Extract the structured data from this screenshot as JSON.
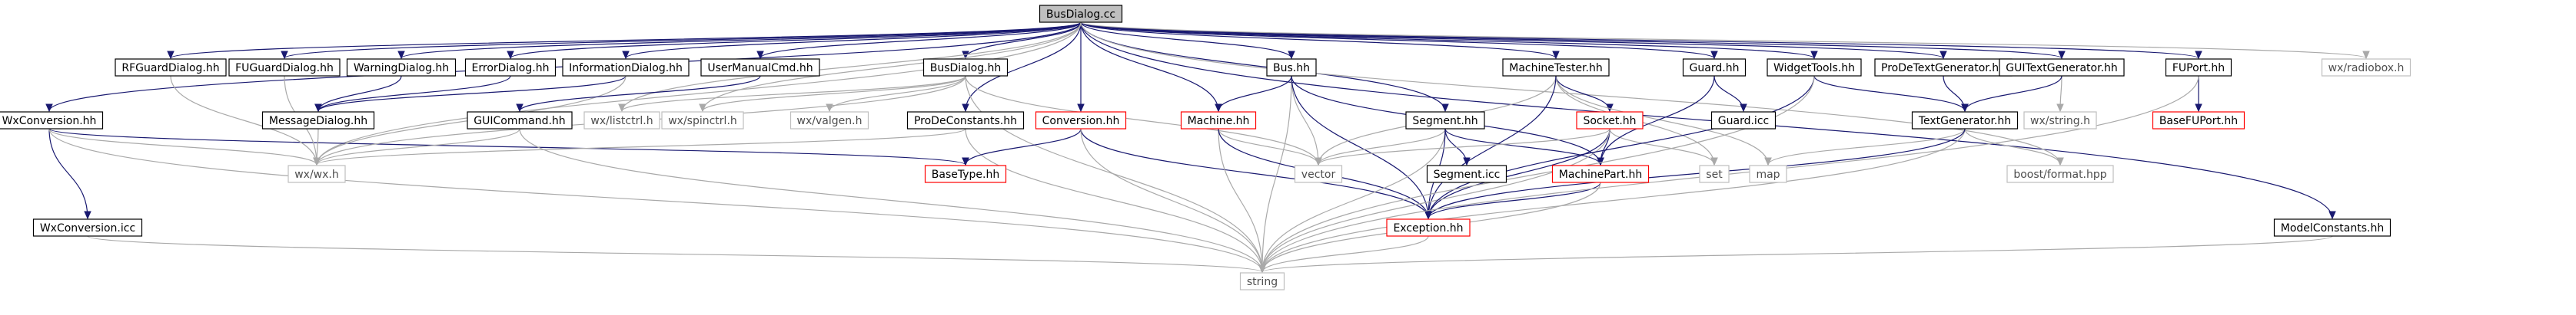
{
  "colors": {
    "edge": "#191970",
    "edge_to_undocumented": "#a9a9a9",
    "root_fill": "#bfbfbf",
    "documented_border": "#000000",
    "truncated_border": "#ff0000",
    "undocumented_border": "#bfbfbf",
    "undocumented_text": "#4d4d4d"
  },
  "root": "BusDialog.cc",
  "nodes": [
    {
      "id": "BusDialog.cc",
      "label": "BusDialog.cc",
      "kind": "root"
    },
    {
      "id": "WxConversion.hh",
      "label": "WxConversion.hh",
      "kind": "documented"
    },
    {
      "id": "RFGuardDialog.hh",
      "label": "RFGuardDialog.hh",
      "kind": "documented"
    },
    {
      "id": "FUGuardDialog.hh",
      "label": "FUGuardDialog.hh",
      "kind": "documented"
    },
    {
      "id": "WarningDialog.hh",
      "label": "WarningDialog.hh",
      "kind": "documented"
    },
    {
      "id": "ErrorDialog.hh",
      "label": "ErrorDialog.hh",
      "kind": "documented"
    },
    {
      "id": "InformationDialog.hh",
      "label": "InformationDialog.hh",
      "kind": "documented"
    },
    {
      "id": "UserManualCmd.hh",
      "label": "UserManualCmd.hh",
      "kind": "documented"
    },
    {
      "id": "BusDialog.hh",
      "label": "BusDialog.hh",
      "kind": "documented"
    },
    {
      "id": "Bus.hh",
      "label": "Bus.hh",
      "kind": "documented"
    },
    {
      "id": "MachineTester.hh",
      "label": "MachineTester.hh",
      "kind": "documented"
    },
    {
      "id": "Guard.hh",
      "label": "Guard.hh",
      "kind": "documented"
    },
    {
      "id": "WidgetTools.hh",
      "label": "WidgetTools.hh",
      "kind": "documented"
    },
    {
      "id": "ProDeTextGenerator.hh",
      "label": "ProDeTextGenerator.hh",
      "kind": "documented"
    },
    {
      "id": "GUITextGenerator.hh",
      "label": "GUITextGenerator.hh",
      "kind": "documented"
    },
    {
      "id": "FUPort.hh",
      "label": "FUPort.hh",
      "kind": "documented"
    },
    {
      "id": "wx/radiobox.h",
      "label": "wx/radiobox.h",
      "kind": "undocumented"
    },
    {
      "id": "WxConversion.icc",
      "label": "WxConversion.icc",
      "kind": "documented"
    },
    {
      "id": "MessageDialog.hh",
      "label": "MessageDialog.hh",
      "kind": "documented"
    },
    {
      "id": "GUICommand.hh",
      "label": "GUICommand.hh",
      "kind": "documented"
    },
    {
      "id": "wx/listctrl.h",
      "label": "wx/listctrl.h",
      "kind": "undocumented"
    },
    {
      "id": "wx/spinctrl.h",
      "label": "wx/spinctrl.h",
      "kind": "undocumented"
    },
    {
      "id": "wx/valgen.h",
      "label": "wx/valgen.h",
      "kind": "undocumented"
    },
    {
      "id": "ProDeConstants.hh",
      "label": "ProDeConstants.hh",
      "kind": "documented"
    },
    {
      "id": "Conversion.hh",
      "label": "Conversion.hh",
      "kind": "truncated"
    },
    {
      "id": "Machine.hh",
      "label": "Machine.hh",
      "kind": "truncated"
    },
    {
      "id": "Segment.hh",
      "label": "Segment.hh",
      "kind": "documented"
    },
    {
      "id": "Socket.hh",
      "label": "Socket.hh",
      "kind": "truncated"
    },
    {
      "id": "Guard.icc",
      "label": "Guard.icc",
      "kind": "documented"
    },
    {
      "id": "wx/string.h",
      "label": "wx/string.h",
      "kind": "undocumented"
    },
    {
      "id": "TextGenerator.hh",
      "label": "TextGenerator.hh",
      "kind": "documented"
    },
    {
      "id": "BaseFUPort.hh",
      "label": "BaseFUPort.hh",
      "kind": "truncated"
    },
    {
      "id": "wx/wx.h",
      "label": "wx/wx.h",
      "kind": "undocumented"
    },
    {
      "id": "BaseType.hh",
      "label": "BaseType.hh",
      "kind": "truncated"
    },
    {
      "id": "vector",
      "label": "vector",
      "kind": "undocumented"
    },
    {
      "id": "Segment.icc",
      "label": "Segment.icc",
      "kind": "documented"
    },
    {
      "id": "MachinePart.hh",
      "label": "MachinePart.hh",
      "kind": "truncated"
    },
    {
      "id": "set",
      "label": "set",
      "kind": "undocumented"
    },
    {
      "id": "map",
      "label": "map",
      "kind": "undocumented"
    },
    {
      "id": "boost/format.hpp",
      "label": "boost/format.hpp",
      "kind": "undocumented"
    },
    {
      "id": "Exception.hh",
      "label": "Exception.hh",
      "kind": "truncated"
    },
    {
      "id": "ModelConstants.hh",
      "label": "ModelConstants.hh",
      "kind": "documented"
    },
    {
      "id": "string",
      "label": "string",
      "kind": "undocumented"
    }
  ],
  "edges": [
    [
      "BusDialog.cc",
      "WxConversion.hh"
    ],
    [
      "BusDialog.cc",
      "RFGuardDialog.hh"
    ],
    [
      "BusDialog.cc",
      "FUGuardDialog.hh"
    ],
    [
      "BusDialog.cc",
      "WarningDialog.hh"
    ],
    [
      "BusDialog.cc",
      "ErrorDialog.hh"
    ],
    [
      "BusDialog.cc",
      "InformationDialog.hh"
    ],
    [
      "BusDialog.cc",
      "UserManualCmd.hh"
    ],
    [
      "BusDialog.cc",
      "BusDialog.hh"
    ],
    [
      "BusDialog.cc",
      "Bus.hh"
    ],
    [
      "BusDialog.cc",
      "MachineTester.hh"
    ],
    [
      "BusDialog.cc",
      "Guard.hh"
    ],
    [
      "BusDialog.cc",
      "WidgetTools.hh"
    ],
    [
      "BusDialog.cc",
      "ProDeTextGenerator.hh"
    ],
    [
      "BusDialog.cc",
      "GUITextGenerator.hh"
    ],
    [
      "BusDialog.cc",
      "FUPort.hh"
    ],
    [
      "BusDialog.cc",
      "wx/radiobox.h"
    ],
    [
      "BusDialog.cc",
      "ProDeConstants.hh"
    ],
    [
      "BusDialog.cc",
      "Conversion.hh"
    ],
    [
      "BusDialog.cc",
      "Machine.hh"
    ],
    [
      "BusDialog.cc",
      "Segment.hh"
    ],
    [
      "BusDialog.cc",
      "ModelConstants.hh"
    ],
    [
      "BusDialog.cc",
      "wx/listctrl.h"
    ],
    [
      "BusDialog.cc",
      "wx/spinctrl.h"
    ],
    [
      "BusDialog.cc",
      "boost/format.hpp"
    ],
    [
      "BusDialog.cc",
      "wx/wx.h"
    ],
    [
      "WxConversion.hh",
      "wx/wx.h"
    ],
    [
      "WxConversion.hh",
      "BaseType.hh"
    ],
    [
      "WxConversion.hh",
      "WxConversion.icc"
    ],
    [
      "WxConversion.hh",
      "string"
    ],
    [
      "WxConversion.icc",
      "string"
    ],
    [
      "RFGuardDialog.hh",
      "wx/wx.h"
    ],
    [
      "FUGuardDialog.hh",
      "wx/wx.h"
    ],
    [
      "WarningDialog.hh",
      "MessageDialog.hh"
    ],
    [
      "ErrorDialog.hh",
      "MessageDialog.hh"
    ],
    [
      "InformationDialog.hh",
      "MessageDialog.hh"
    ],
    [
      "InformationDialog.hh",
      "wx/wx.h"
    ],
    [
      "UserManualCmd.hh",
      "GUICommand.hh"
    ],
    [
      "MessageDialog.hh",
      "wx/wx.h"
    ],
    [
      "GUICommand.hh",
      "wx/wx.h"
    ],
    [
      "GUICommand.hh",
      "string"
    ],
    [
      "BusDialog.hh",
      "wx/wx.h"
    ],
    [
      "BusDialog.hh",
      "wx/listctrl.h"
    ],
    [
      "BusDialog.hh",
      "wx/spinctrl.h"
    ],
    [
      "BusDialog.hh",
      "wx/valgen.h"
    ],
    [
      "BusDialog.hh",
      "vector"
    ],
    [
      "BusDialog.hh",
      "string"
    ],
    [
      "ProDeConstants.hh",
      "wx/wx.h"
    ],
    [
      "ProDeConstants.hh",
      "string"
    ],
    [
      "Conversion.hh",
      "BaseType.hh"
    ],
    [
      "Conversion.hh",
      "Exception.hh"
    ],
    [
      "Conversion.hh",
      "string"
    ],
    [
      "Bus.hh",
      "Machine.hh"
    ],
    [
      "Bus.hh",
      "vector"
    ],
    [
      "Bus.hh",
      "string"
    ],
    [
      "Bus.hh",
      "MachinePart.hh"
    ],
    [
      "Bus.hh",
      "Exception.hh"
    ],
    [
      "Machine.hh",
      "vector"
    ],
    [
      "Machine.hh",
      "string"
    ],
    [
      "Machine.hh",
      "Exception.hh"
    ],
    [
      "MachineTester.hh",
      "Socket.hh"
    ],
    [
      "MachineTester.hh",
      "vector"
    ],
    [
      "MachineTester.hh",
      "set"
    ],
    [
      "MachineTester.hh",
      "map"
    ],
    [
      "MachineTester.hh",
      "Exception.hh"
    ],
    [
      "Segment.hh",
      "vector"
    ],
    [
      "Segment.hh",
      "string"
    ],
    [
      "Segment.hh",
      "Segment.icc"
    ],
    [
      "Segment.hh",
      "Exception.hh"
    ],
    [
      "Segment.hh",
      "MachinePart.hh"
    ],
    [
      "Socket.hh",
      "vector"
    ],
    [
      "Socket.hh",
      "set"
    ],
    [
      "Socket.hh",
      "MachinePart.hh"
    ],
    [
      "Socket.hh",
      "Exception.hh"
    ],
    [
      "Socket.hh",
      "string"
    ],
    [
      "MachinePart.hh",
      "Exception.hh"
    ],
    [
      "MachinePart.hh",
      "string"
    ],
    [
      "Exception.hh",
      "string"
    ],
    [
      "Guard.hh",
      "Guard.icc"
    ],
    [
      "Guard.hh",
      "MachinePart.hh"
    ],
    [
      "WidgetTools.hh",
      "TextGenerator.hh"
    ],
    [
      "WidgetTools.hh",
      "Exception.hh"
    ],
    [
      "WidgetTools.hh",
      "string"
    ],
    [
      "ProDeTextGenerator.hh",
      "TextGenerator.hh"
    ],
    [
      "GUITextGenerator.hh",
      "wx/string.h"
    ],
    [
      "GUITextGenerator.hh",
      "TextGenerator.hh"
    ],
    [
      "TextGenerator.hh",
      "boost/format.hpp"
    ],
    [
      "TextGenerator.hh",
      "map"
    ],
    [
      "TextGenerator.hh",
      "string"
    ],
    [
      "TextGenerator.hh",
      "Exception.hh"
    ],
    [
      "FUPort.hh",
      "BaseFUPort.hh"
    ],
    [
      "FUPort.hh",
      "string"
    ],
    [
      "ModelConstants.hh",
      "string"
    ]
  ]
}
